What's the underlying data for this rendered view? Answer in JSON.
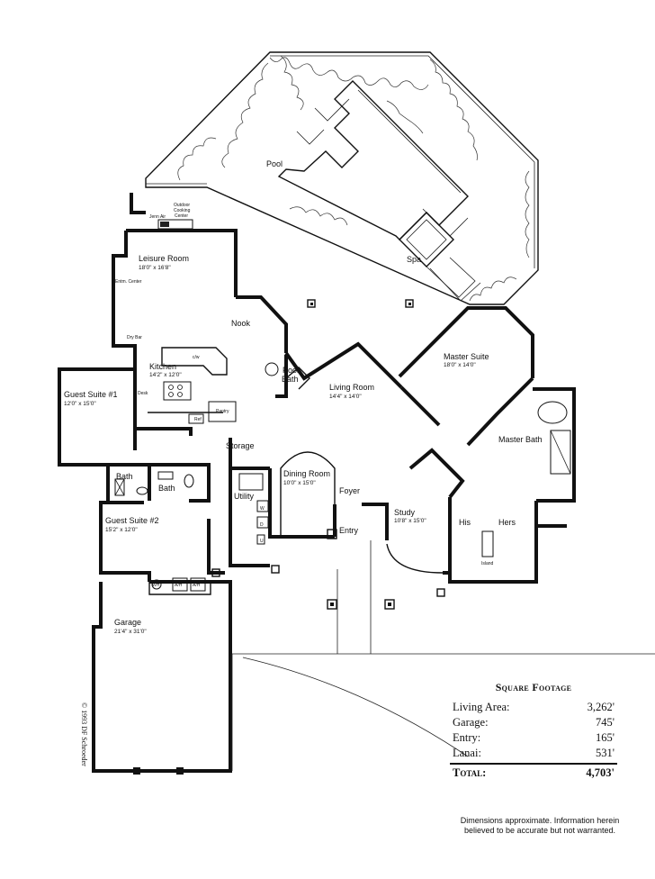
{
  "rooms": {
    "pool": {
      "name": "Pool"
    },
    "spa": {
      "name": "Spa"
    },
    "outdoor_cooking": {
      "line1": "Outdoor",
      "line2": "Cooking",
      "line3": "Center"
    },
    "jenn_air": {
      "name": "Jenn Air"
    },
    "leisure_room": {
      "name": "Leisure Room",
      "dims": "18'0\" x 16'8\""
    },
    "entm_center": {
      "name": "Entm. Center"
    },
    "dry_bar": {
      "name": "Dry Bar"
    },
    "nook": {
      "name": "Nook"
    },
    "kitchen": {
      "name": "Kitchen",
      "dims": "14'2\" x 12'0\""
    },
    "cw": {
      "name": "c/w"
    },
    "desk": {
      "name": "Desk"
    },
    "ref": {
      "name": "Ref"
    },
    "pantry": {
      "name": "Pantry"
    },
    "pool_bath": {
      "line1": "Pool",
      "line2": "Bath"
    },
    "living_room": {
      "name": "Living Room",
      "dims": "14'4\" x 14'0\""
    },
    "master_suite": {
      "name": "Master Suite",
      "dims": "18'0\" x 14'0\""
    },
    "master_bath": {
      "name": "Master Bath"
    },
    "guest_suite_1": {
      "name": "Guest Suite #1",
      "dims": "12'0\" x 15'0\""
    },
    "storage": {
      "name": "Storage"
    },
    "bath_a": {
      "name": "Bath"
    },
    "bath_b": {
      "name": "Bath"
    },
    "utility": {
      "name": "Utility"
    },
    "w": {
      "name": "W"
    },
    "d": {
      "name": "D"
    },
    "u": {
      "name": "U"
    },
    "dining_room": {
      "name": "Dining Room",
      "dims": "10'0\" x 15'0\""
    },
    "foyer": {
      "name": "Foyer"
    },
    "entry": {
      "name": "Entry"
    },
    "study": {
      "name": "Study",
      "dims": "10'8\" x 15'0\""
    },
    "his": {
      "name": "His"
    },
    "hers": {
      "name": "Hers"
    },
    "island": {
      "name": "Island"
    },
    "guest_suite_2": {
      "name": "Guest Suite #2",
      "dims": "15'2\" x 12'0\""
    },
    "wh": {
      "name": "WH"
    },
    "ah1": {
      "name": "A/H"
    },
    "ah2": {
      "name": "A/H"
    },
    "garage": {
      "name": "Garage",
      "dims": "21'4\" x 31'0\""
    }
  },
  "square_footage": {
    "title": "Square Footage",
    "rows": [
      {
        "label": "Living Area:",
        "value": "3,262'"
      },
      {
        "label": "Garage:",
        "value": "745'"
      },
      {
        "label": "Entry:",
        "value": "165'"
      },
      {
        "label": "Lanai:",
        "value": "531'"
      }
    ],
    "total": {
      "label": "Total:",
      "value": "4,703'"
    }
  },
  "disclaimer": {
    "line1": "Dimensions approximate. Information herein",
    "line2": "believed to be accurate but not warranted."
  },
  "copyright": "© 1993 DF Schroeder"
}
